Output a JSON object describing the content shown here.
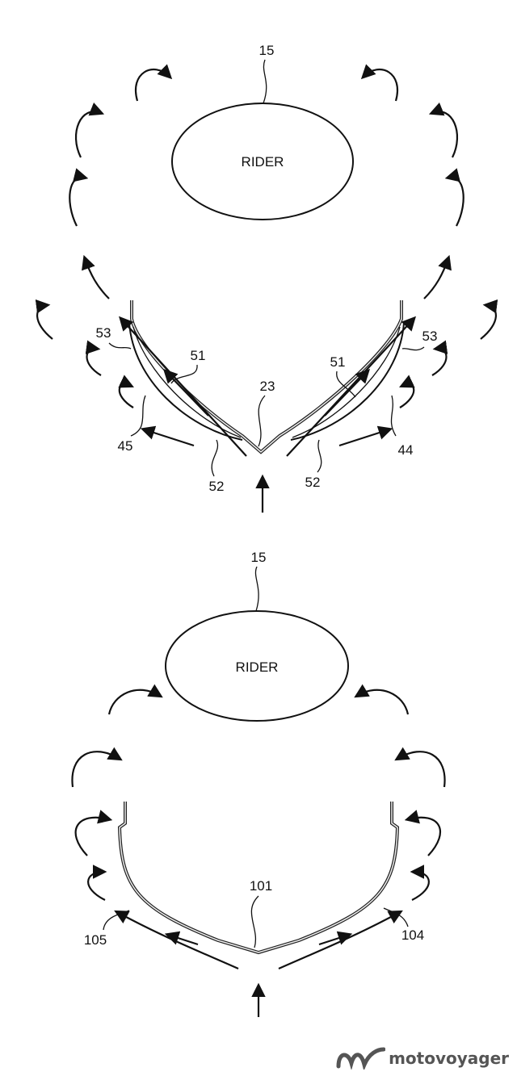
{
  "figure_top": {
    "rider_label": "RIDER",
    "rider_ref": "15",
    "refs": {
      "windshield": "23",
      "left_53": "53",
      "right_53": "53",
      "left_51": "51",
      "right_51": "51",
      "left_45": "45",
      "right_44": "44",
      "left_52": "52",
      "right_52": "52"
    }
  },
  "figure_bottom": {
    "rider_label": "RIDER",
    "rider_ref": "15",
    "refs": {
      "windshield": "101",
      "left": "105",
      "right": "104"
    }
  },
  "watermark": {
    "text": "motovoyager"
  }
}
